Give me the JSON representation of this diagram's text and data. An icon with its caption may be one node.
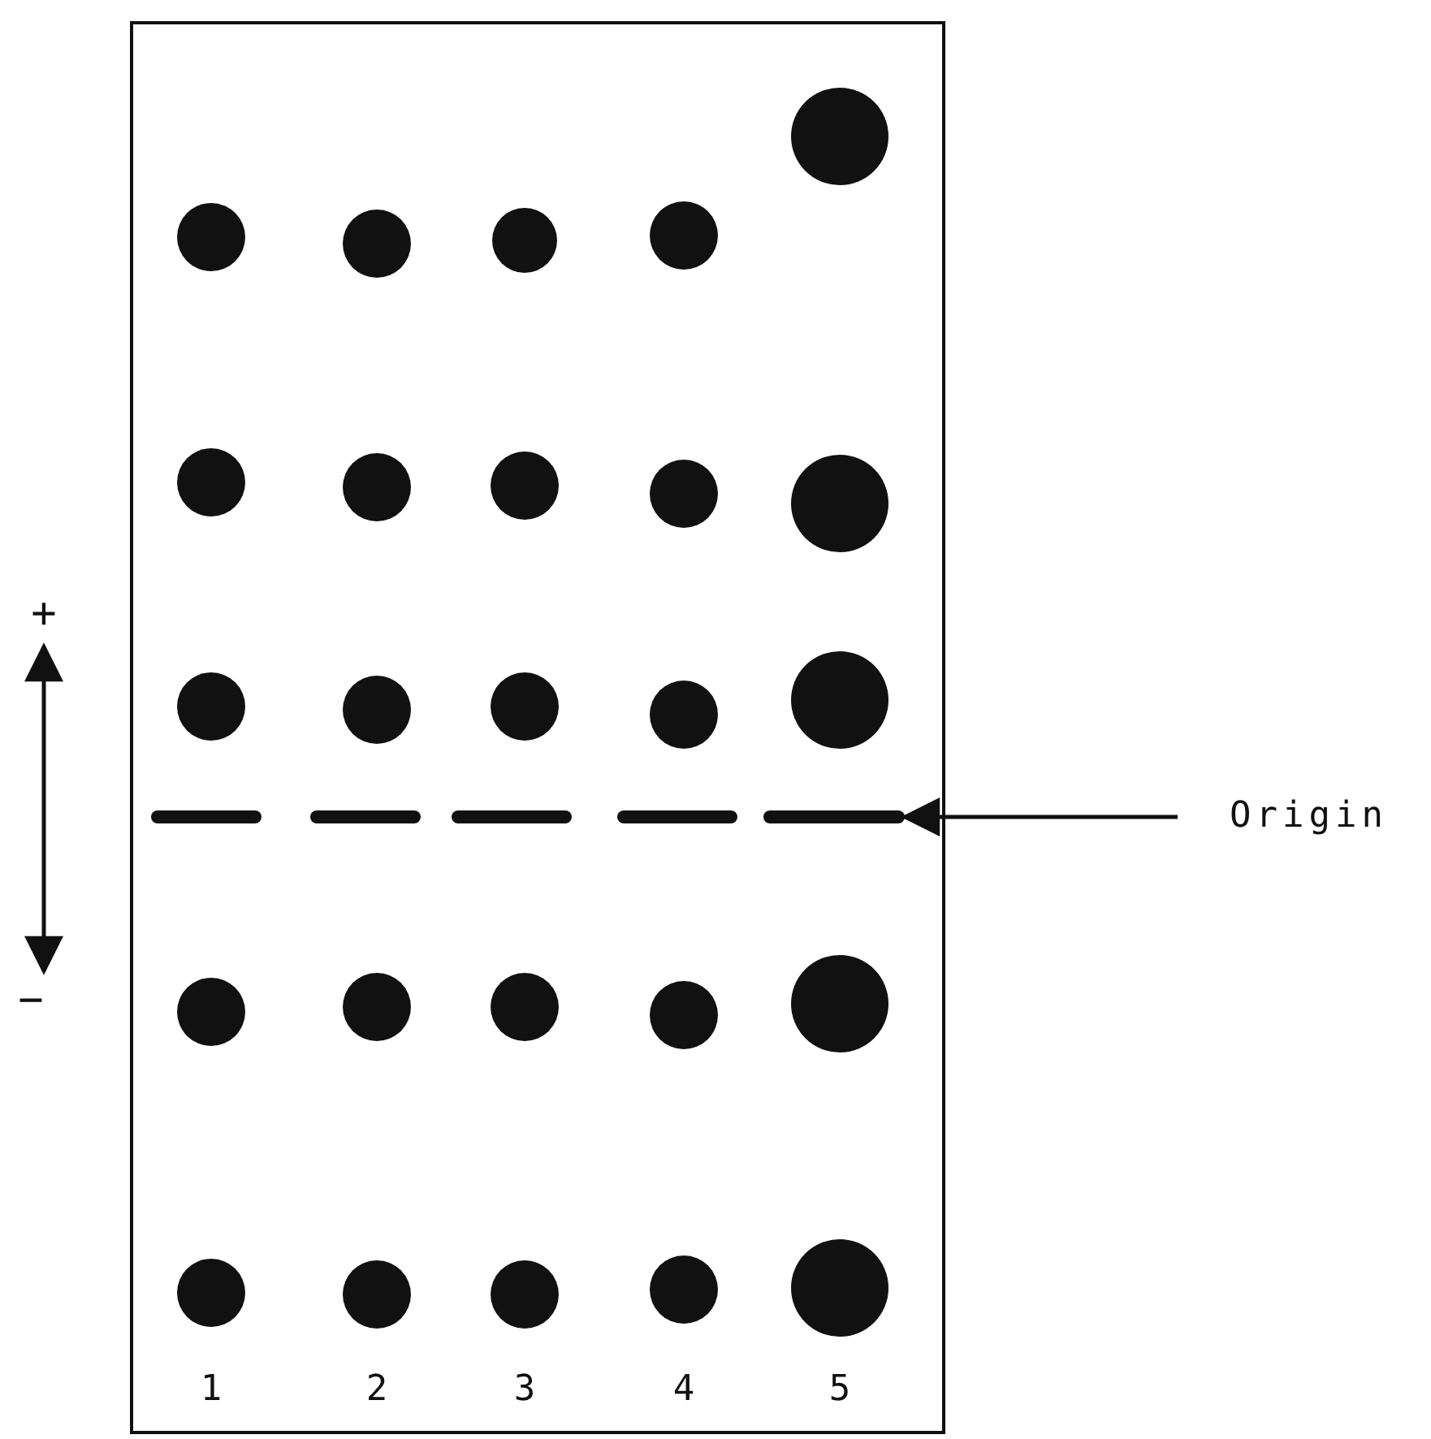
{
  "diagram": {
    "nodes": [
      {
        "text": [
          "Origin"
        ]
      },
      {
        "text": [],
        "shape": "bar"
      }
    ],
    "edges": [
      {
        "from": 0,
        "to": 1,
        "arrow": "to"
      }
    ],
    "labels": [
      "+",
      "−",
      "1",
      "2",
      "3",
      "4",
      "5"
    ]
  }
}
